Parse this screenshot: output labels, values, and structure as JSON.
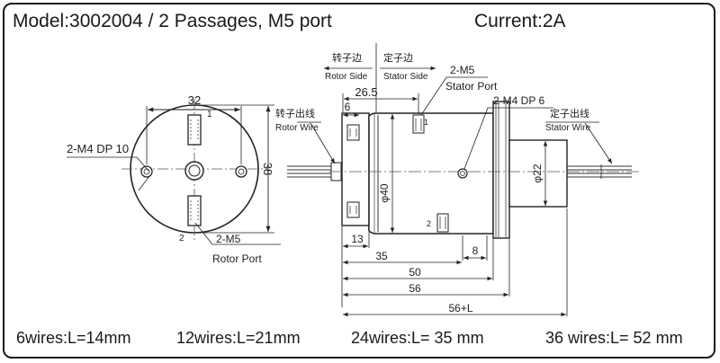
{
  "header": {
    "model": "Model:3002004 / 2 Passages, M5 port",
    "current": "Current:2A"
  },
  "front_view": {
    "width_dim": "32",
    "height_dim": "38",
    "hole_label": "2-M4 DP 10",
    "rotor_port_label": "2-M5",
    "rotor_port_en": "Rotor Port",
    "marker_1": "1",
    "marker_2": "2"
  },
  "side_view": {
    "rotor_side_cn": "转子边",
    "rotor_side_en": "Rotor Side",
    "stator_side_cn": "定子边",
    "stator_side_en": "Stator Side",
    "stator_port_label": "2-M5",
    "stator_port_en": "Stator Port",
    "stator_hole_label": "2-M4 DP 6",
    "rotor_wire_cn": "转子出线",
    "rotor_wire_en": "Rotor Wire",
    "stator_wire_cn": "定子出线",
    "stator_wire_en": "Stator Wire",
    "marker_1": "1",
    "marker_2": "2",
    "dims": {
      "d_26_5": "26.5",
      "d_6": "6",
      "d_13": "13",
      "d_8": "8",
      "d_35": "35",
      "d_50": "50",
      "d_56": "56",
      "d_56L": "56+L",
      "dia40": "φ40",
      "dia22": "φ22"
    }
  },
  "footer": {
    "w6": "6wires:L=14mm",
    "w12": "12wires:L=21mm",
    "w24": "24wires:L=  35  mm",
    "w36": "36 wires:L=  52  mm"
  }
}
